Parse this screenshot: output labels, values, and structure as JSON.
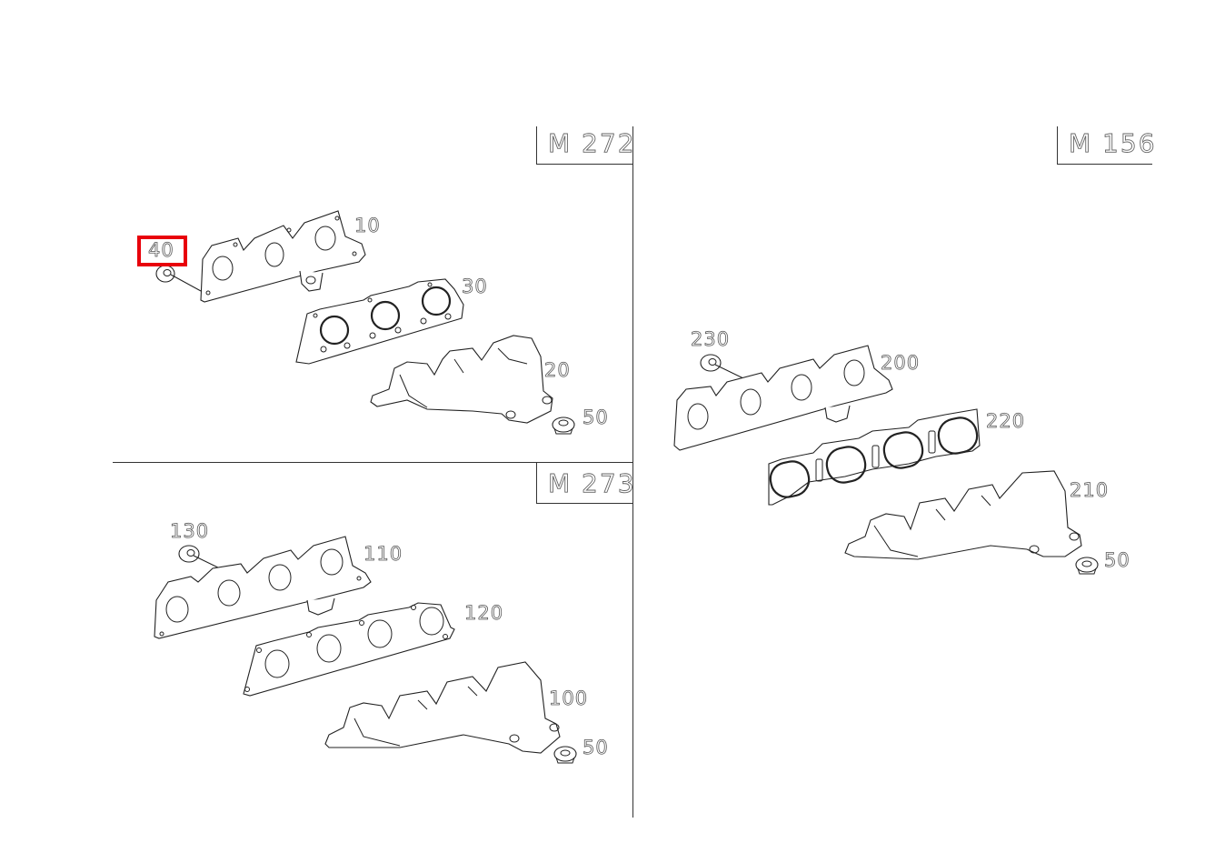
{
  "diagram": {
    "type": "exploded-parts-diagram",
    "subject": "Exhaust manifold assemblies",
    "sections": [
      {
        "engine": "M 272",
        "parts": [
          {
            "number": "10",
            "description": "manifold flange (3-port)"
          },
          {
            "number": "40",
            "description": "nut",
            "highlighted": true
          },
          {
            "number": "30",
            "description": "gasket (3-port)"
          },
          {
            "number": "20",
            "description": "exhaust manifold (3-runner)"
          },
          {
            "number": "50",
            "description": "nut"
          }
        ]
      },
      {
        "engine": "M 273",
        "parts": [
          {
            "number": "130",
            "description": "nut"
          },
          {
            "number": "110",
            "description": "manifold flange (4-port)"
          },
          {
            "number": "120",
            "description": "gasket (4-port)"
          },
          {
            "number": "100",
            "description": "exhaust manifold (4-runner)"
          },
          {
            "number": "50",
            "description": "nut"
          }
        ]
      },
      {
        "engine": "M 156",
        "parts": [
          {
            "number": "230",
            "description": "nut"
          },
          {
            "number": "200",
            "description": "manifold flange (4-port)"
          },
          {
            "number": "220",
            "description": "gasket (4-port, multilayer)"
          },
          {
            "number": "210",
            "description": "exhaust manifold (4-runner)"
          },
          {
            "number": "50",
            "description": "nut"
          }
        ]
      }
    ],
    "highlight": {
      "part": "40",
      "color": "#e8000b"
    }
  },
  "labels": {
    "m272": "M 272",
    "m273": "M 273",
    "m156": "M 156",
    "p10": "10",
    "p40": "40",
    "p30": "30",
    "p20": "20",
    "p50a": "50",
    "p130": "130",
    "p110": "110",
    "p120": "120",
    "p100": "100",
    "p50b": "50",
    "p230": "230",
    "p200": "200",
    "p220": "220",
    "p210": "210",
    "p50c": "50"
  }
}
